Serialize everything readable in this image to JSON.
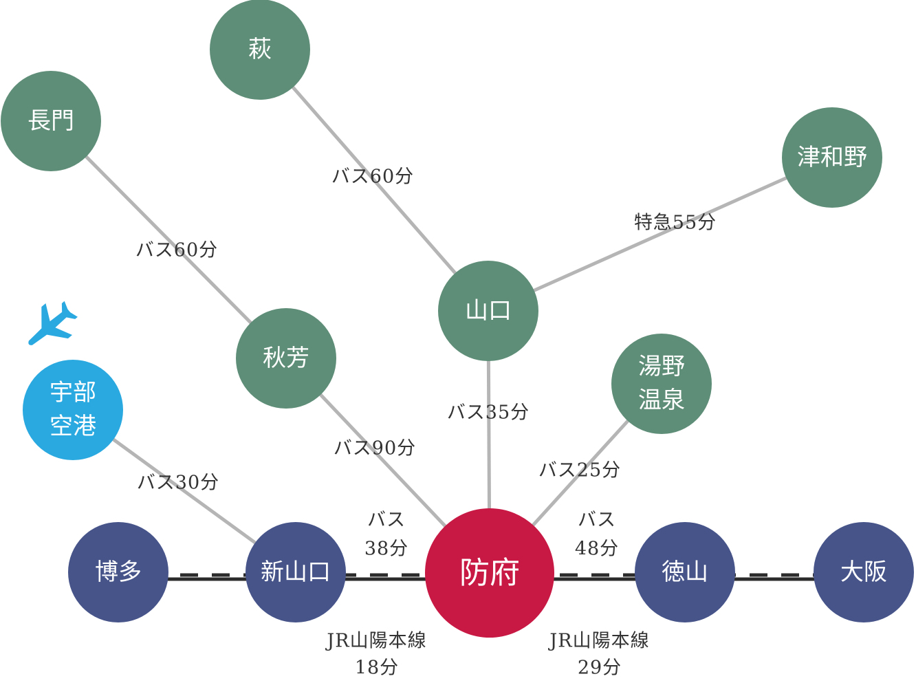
{
  "colors": {
    "green": "#5f8e78",
    "navy": "#46548a",
    "crimson": "#c81944",
    "sky": "#2aa9e0",
    "connector": "#b5b5b5",
    "rail": "#2b2b2b"
  },
  "nodes": {
    "hagi": {
      "label": "萩",
      "color": "green"
    },
    "nagato": {
      "label": "長門",
      "color": "green"
    },
    "tsuwano": {
      "label": "津和野",
      "color": "green"
    },
    "yamaguchi": {
      "label": "山口",
      "color": "green"
    },
    "akiyoshi": {
      "label": "秋芳",
      "color": "green"
    },
    "yuda": {
      "label_line1": "湯野",
      "label_line2": "温泉",
      "color": "green"
    },
    "ube_airport": {
      "label_line1": "宇部",
      "label_line2": "空港",
      "color": "sky"
    },
    "hakata": {
      "label": "博多",
      "color": "navy"
    },
    "shin_yamaguchi": {
      "label": "新山口",
      "color": "navy"
    },
    "hofu": {
      "label": "防府",
      "color": "crimson"
    },
    "tokuyama": {
      "label": "徳山",
      "color": "navy"
    },
    "osaka": {
      "label": "大阪",
      "color": "navy"
    }
  },
  "edges": {
    "hagi_yamaguchi": {
      "label": "バス60分"
    },
    "nagato_akiyoshi": {
      "label": "バス60分"
    },
    "tsuwano_yamaguchi": {
      "label": "特急55分"
    },
    "yamaguchi_hofu": {
      "label": "バス35分"
    },
    "akiyoshi_hofu": {
      "label": "バス90分"
    },
    "yuda_hofu": {
      "label": "バス25分"
    },
    "airport_shinyamaguchi": {
      "label": "バス30分"
    },
    "shinyamaguchi_hofu_bus": {
      "label_line1": "バス",
      "label_line2": "38分"
    },
    "hofu_tokuyama_bus": {
      "label_line1": "バス",
      "label_line2": "48分"
    },
    "shinyamaguchi_hofu_rail": {
      "label_line1": "JR山陽本線",
      "label_line2": "18分"
    },
    "hofu_tokuyama_rail": {
      "label_line1": "JR山陽本線",
      "label_line2": "29分"
    }
  },
  "icons": {
    "airplane": "airplane-icon"
  }
}
